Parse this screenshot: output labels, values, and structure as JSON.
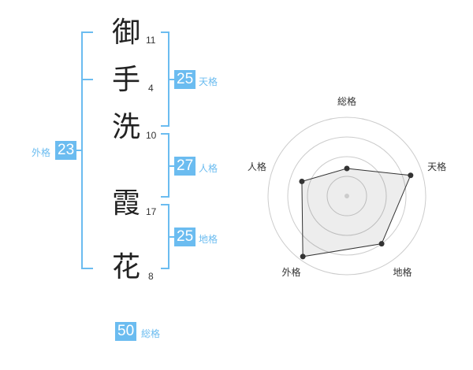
{
  "name_chars": [
    {
      "char": "御",
      "strokes": "11"
    },
    {
      "char": "手",
      "strokes": "4"
    },
    {
      "char": "洗",
      "strokes": "10"
    },
    {
      "char": "霞",
      "strokes": "17"
    },
    {
      "char": "花",
      "strokes": "8"
    }
  ],
  "fortune": {
    "tenkaku": {
      "value": "25",
      "label": "天格"
    },
    "jinkaku": {
      "value": "27",
      "label": "人格"
    },
    "chikaku": {
      "value": "25",
      "label": "地格"
    },
    "gaikaku": {
      "value": "23",
      "label": "外格"
    },
    "soukaku": {
      "value": "50",
      "label": "総格"
    }
  },
  "colors": {
    "accent": "#6bbcf0",
    "text": "#222222",
    "radar_fill": "#eeeeee"
  },
  "chart_data": {
    "type": "radar",
    "axes": [
      "総格",
      "天格",
      "地格",
      "外格",
      "人格"
    ],
    "values": [
      0.35,
      0.85,
      0.75,
      0.95,
      0.6
    ],
    "rings": 4,
    "max": 1
  }
}
